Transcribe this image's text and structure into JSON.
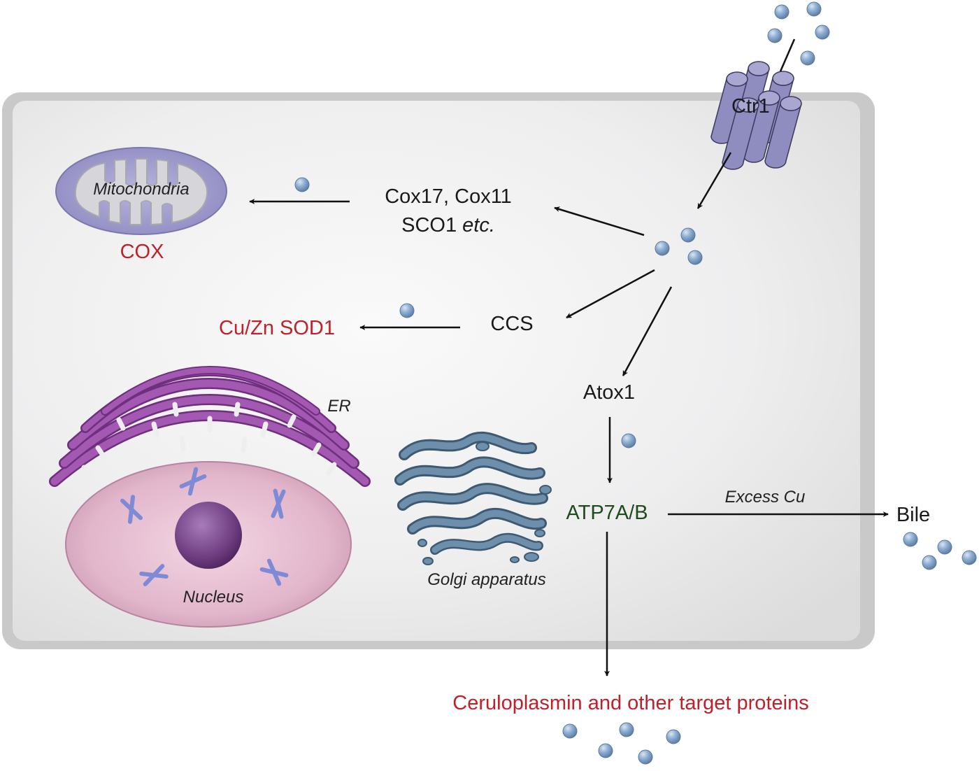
{
  "labels": {
    "ctr1": "Ctr1",
    "mitochondria": "Mitochondria",
    "cox": "COX",
    "cox17_line1": "Cox17, Cox11",
    "sco1": "SCO1 ",
    "etc": "etc.",
    "sod1": "Cu/Zn SOD1",
    "ccs": "CCS",
    "atox1": "Atox1",
    "er": "ER",
    "atp7": "ATP7A/B",
    "excess_cu": "Excess Cu",
    "bile": "Bile",
    "golgi": "Golgi apparatus",
    "nucleus": "Nucleus",
    "ceruloplasmin": "Ceruloplasmin and other target proteins"
  },
  "colors": {
    "target_protein": "#c0202a",
    "atp7": "#1e4a1c",
    "copper_ion": "#7f9fc6",
    "transporter": "#8f8cc0",
    "mitochondria": "#a8a4d0",
    "er": "#9a4ea8",
    "nucleus": "#e2b8cc",
    "nucleolus": "#7a4a8a",
    "chromosome": "#7e8ad6",
    "golgi": "#5b7d98",
    "cell_border": "#cfcfcf",
    "cell_fill": "#ededee"
  }
}
